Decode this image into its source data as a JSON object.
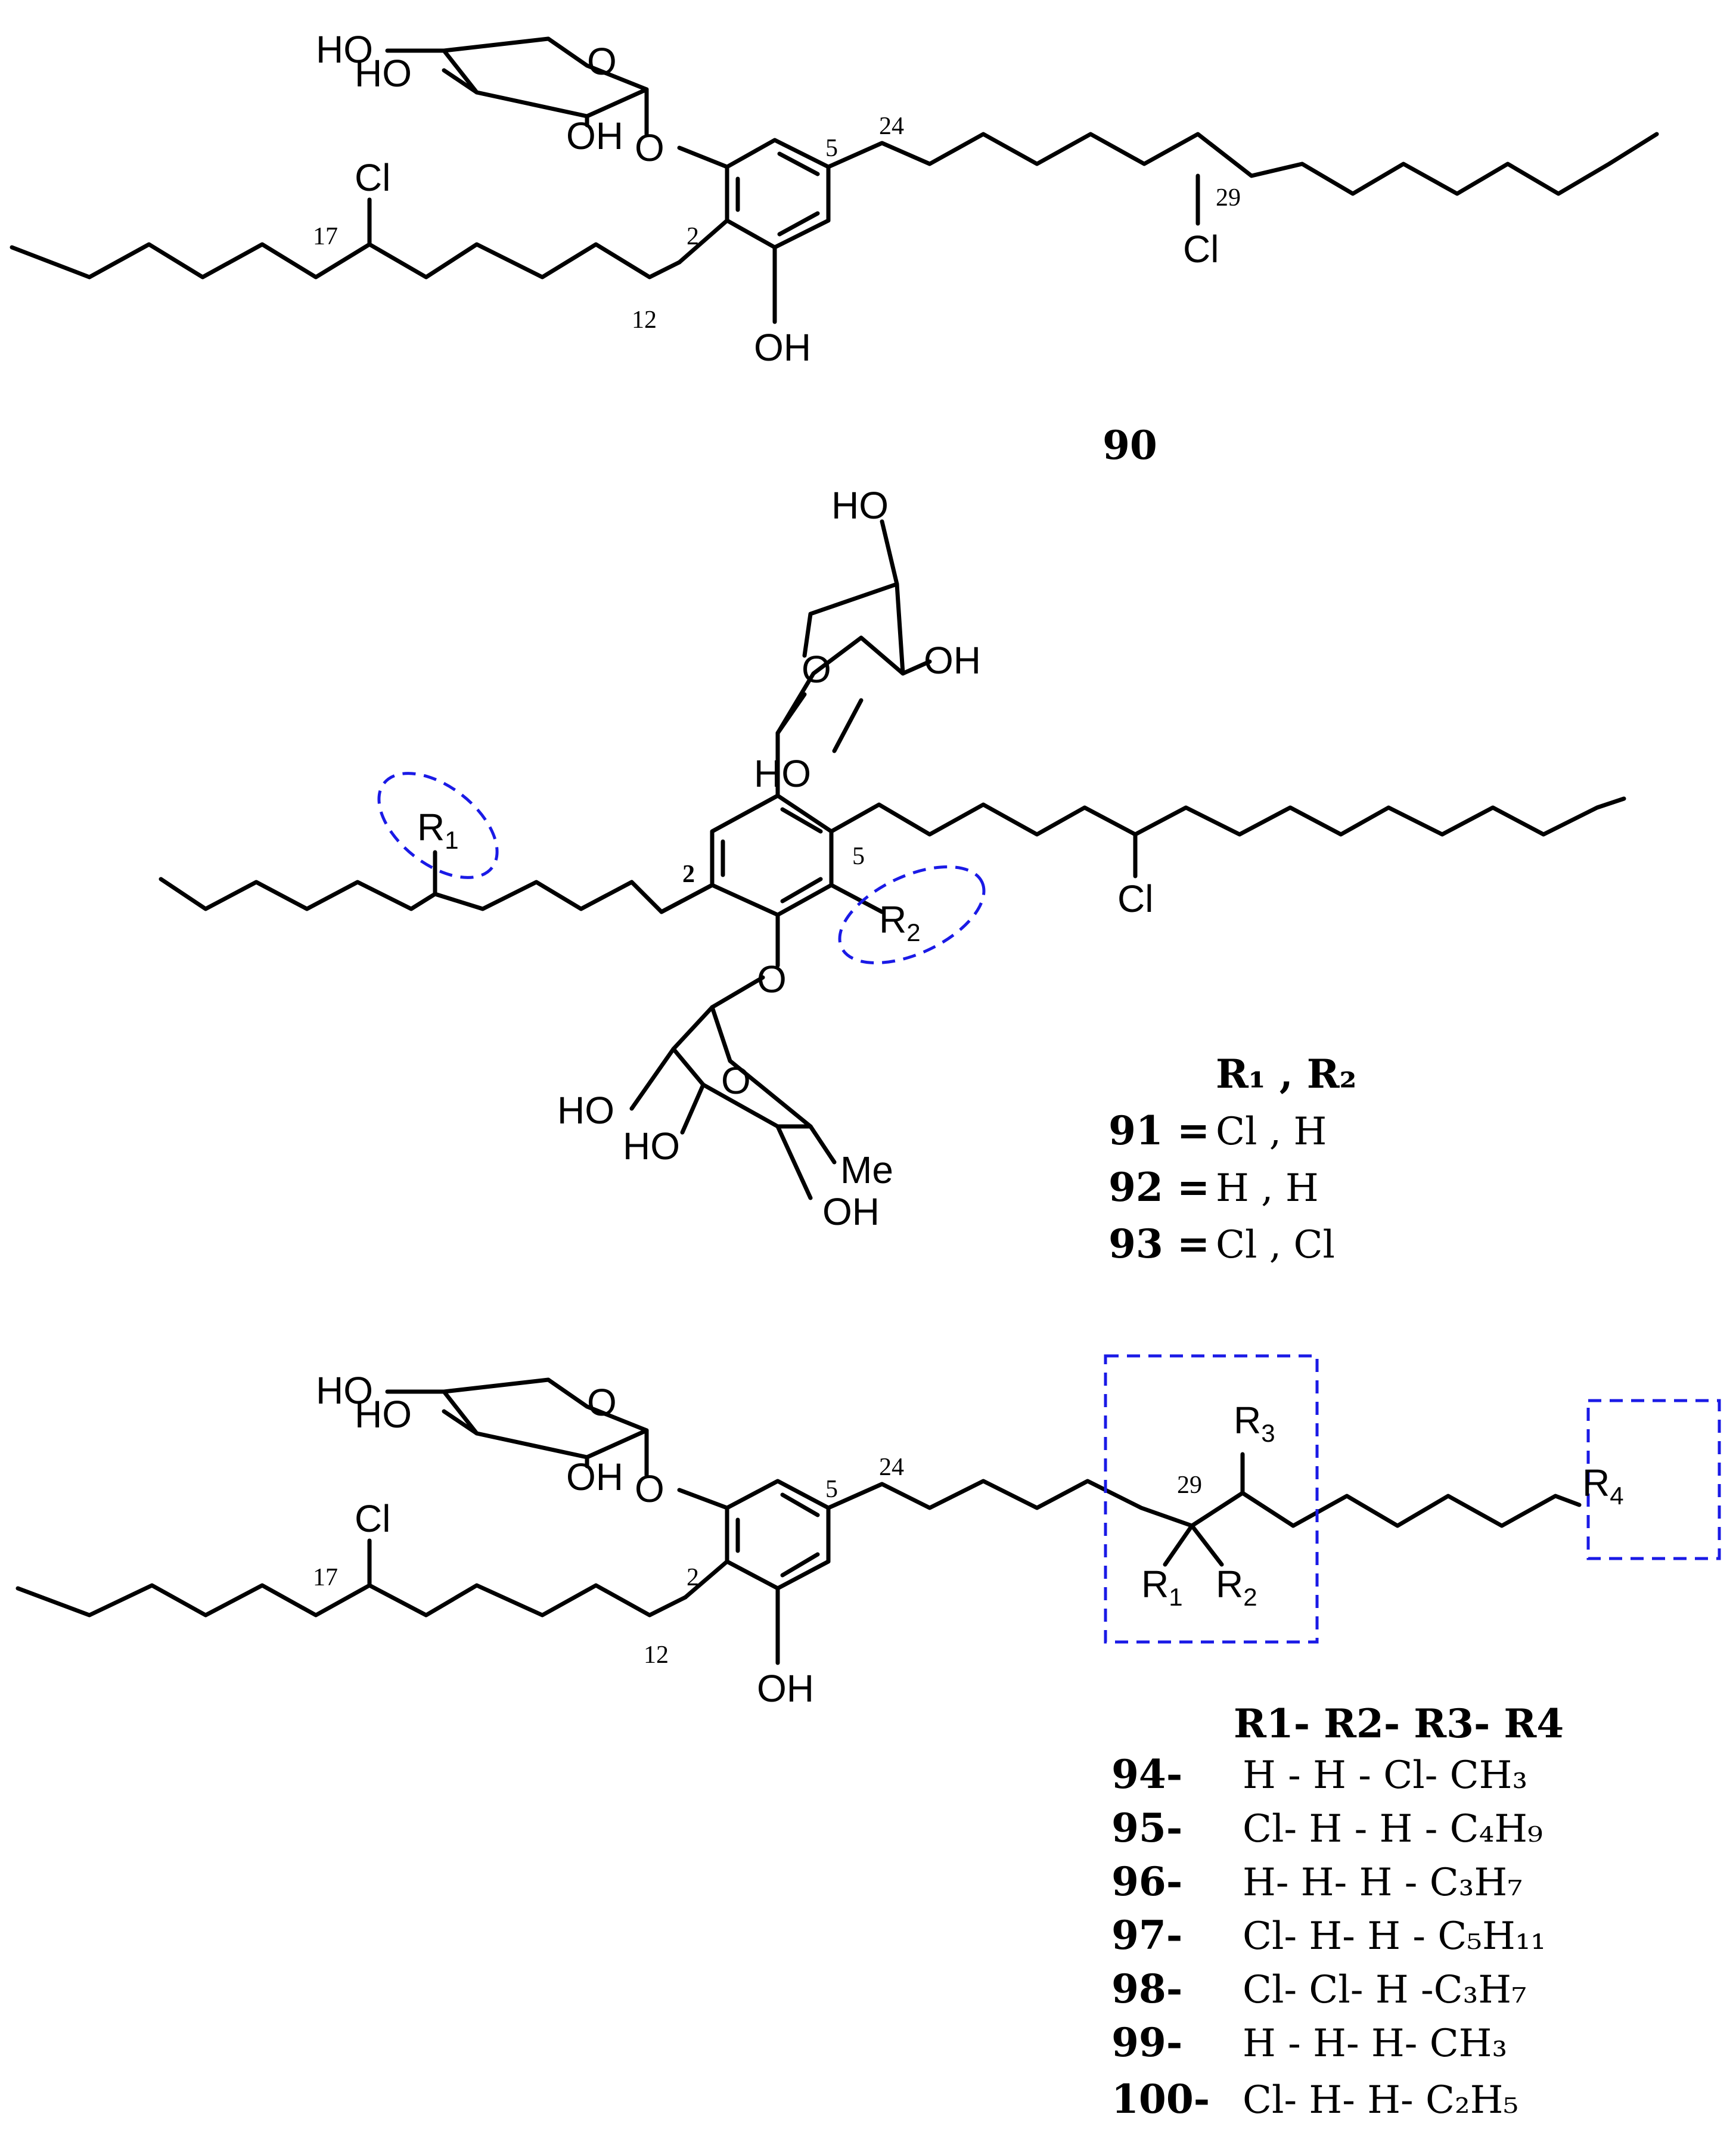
{
  "compounds": {
    "c90": {
      "id": "90",
      "ho_top": "HO",
      "ho_mid": "HO",
      "oh_sugar": "OH",
      "o_ring": "O",
      "o_link": "O",
      "oh_aromatic": "OH",
      "cl_left": "Cl",
      "cl_right": "Cl",
      "locants": {
        "c2": "2",
        "c5": "5",
        "c12": "12",
        "c17": "17",
        "c24": "24",
        "c29": "29"
      }
    },
    "c91_93": {
      "ho_top": "HO",
      "oh_right": "OH",
      "ho_lower": "HO",
      "o_ring_top": "O",
      "o_link": "O",
      "o_ring_bottom": "O",
      "ho_b1": "HO",
      "ho_b2": "HO",
      "oh_b3": "OH",
      "me": "Me",
      "cl_chain": "Cl",
      "r1": "R",
      "r1_sub": "1",
      "r2": "R",
      "r2_sub": "2",
      "locants": {
        "c2": "2",
        "c5": "5"
      },
      "table": {
        "header": "R₁ , R₂",
        "rows": [
          {
            "id": "91 =",
            "value": "Cl , H"
          },
          {
            "id": "92 =",
            "value": "H  , H"
          },
          {
            "id": "93 =",
            "value": "Cl , Cl"
          }
        ]
      }
    },
    "c94_100": {
      "ho_top": "HO",
      "ho_mid": "HO",
      "oh_sugar": "OH",
      "o_ring": "O",
      "o_link": "O",
      "oh_aromatic": "OH",
      "cl_left": "Cl",
      "r1": "R",
      "r1_sub": "1",
      "r2": "R",
      "r2_sub": "2",
      "r3": "R",
      "r3_sub": "3",
      "r4": "R",
      "r4_sub": "4",
      "locants": {
        "c2": "2",
        "c5": "5",
        "c12": "12",
        "c17": "17",
        "c24": "24",
        "c29": "29"
      },
      "table": {
        "header": "R1- R2- R3- R4",
        "rows": [
          {
            "id": "94-",
            "value": "H - H -  Cl- CH₃"
          },
          {
            "id": "95-",
            "value": "Cl- H -  H - C₄H₉"
          },
          {
            "id": "96-",
            "value": "H-  H-   H - C₃H₇"
          },
          {
            "id": "97-",
            "value": "Cl- H-   H - C₅H₁₁"
          },
          {
            "id": "98-",
            "value": "Cl- Cl-   H -C₃H₇"
          },
          {
            "id": "99-",
            "value": "H - H-   H-  CH₃"
          },
          {
            "id": "100-",
            "value": "Cl- H-   H-  C₂H₅"
          }
        ]
      }
    }
  },
  "colors": {
    "bond": "#000000",
    "highlight": "#1a1ae6"
  }
}
